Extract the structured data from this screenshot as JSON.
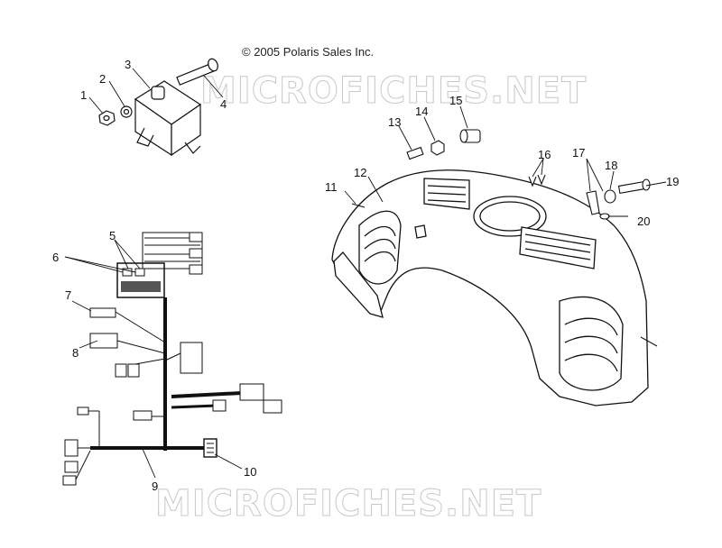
{
  "copyright": "© 2005 Polaris Sales Inc.",
  "watermarks": [
    "MICROFICHES.NET",
    "MICROFICHES.NET"
  ],
  "callouts": [
    "1",
    "2",
    "3",
    "4",
    "5",
    "6",
    "7",
    "8",
    "9",
    "10",
    "11",
    "12",
    "13",
    "14",
    "15",
    "16",
    "17",
    "18",
    "19",
    "20"
  ]
}
